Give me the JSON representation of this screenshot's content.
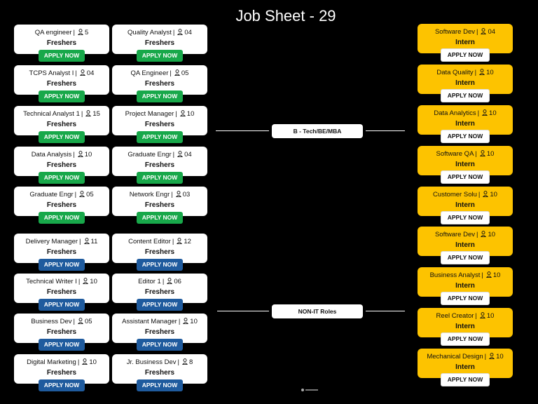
{
  "title": "Job Sheet - 29",
  "labels": {
    "btech": "B - Tech/BE/MBA",
    "nonit": "NON-IT Roles"
  },
  "colors": {
    "background": "#000000",
    "apply_green": "#18a84a",
    "apply_blue": "#1f5b9e",
    "intern_yellow": "#fdc300"
  },
  "left_it": [
    {
      "role": "QA engineer",
      "count": "5",
      "level": "Freshers",
      "button": "APPLY NOW"
    },
    {
      "role": "Quality Analyst",
      "count": "04",
      "level": "Freshers",
      "button": "APPLY NOW"
    },
    {
      "role": "TCPS Analyst I",
      "count": "04",
      "level": "Freshers",
      "button": "APPLY NOW"
    },
    {
      "role": "QA Engineer",
      "count": "05",
      "level": "Freshers",
      "button": "APPLY NOW"
    },
    {
      "role": "Technical Analyst 1",
      "count": "15",
      "level": "Freshers",
      "button": "APPLY NOW"
    },
    {
      "role": "Project Manager",
      "count": "10",
      "level": "Freshers",
      "button": "APPLY NOW"
    },
    {
      "role": "Data Analysis",
      "count": "10",
      "level": "Freshers",
      "button": "APPLY NOW"
    },
    {
      "role": "Graduate Engr",
      "count": "04",
      "level": "Freshers",
      "button": "APPLY NOW"
    },
    {
      "role": "Graduate Engr",
      "count": "05",
      "level": "Freshers",
      "button": "APPLY NOW"
    },
    {
      "role": "Network Engr",
      "count": "03",
      "level": "Freshers",
      "button": "APPLY NOW"
    }
  ],
  "left_nonit": [
    {
      "role": "Delivery Manager",
      "count": "11",
      "level": "Freshers",
      "button": "APPLY NOW"
    },
    {
      "role": "Content Editor",
      "count": "12",
      "level": "Freshers",
      "button": "APPLY NOW"
    },
    {
      "role": "Technical Writer I",
      "count": "10",
      "level": "Freshers",
      "button": "APPLY NOW"
    },
    {
      "role": "Editor 1",
      "count": "06",
      "level": "Freshers",
      "button": "APPLY NOW"
    },
    {
      "role": "Business Dev",
      "count": "05",
      "level": "Freshers",
      "button": "APPLY NOW"
    },
    {
      "role": "Assistant Manager",
      "count": "10",
      "level": "Freshers",
      "button": "APPLY NOW"
    },
    {
      "role": "Digital Marketing",
      "count": "10",
      "level": "Freshers",
      "button": "APPLY NOW"
    },
    {
      "role": "Jr. Business Dev",
      "count": "8",
      "level": "Freshers",
      "button": "APPLY NOW"
    }
  ],
  "interns": [
    {
      "role": "Software Dev",
      "count": "04",
      "level": "Intern",
      "button": "APPLY NOW"
    },
    {
      "role": "Data Quality",
      "count": "10",
      "level": "Intern",
      "button": "APPLY NOW"
    },
    {
      "role": "Data Analytics",
      "count": "10",
      "level": "Intern",
      "button": "APPLY NOW"
    },
    {
      "role": "Software QA",
      "count": "10",
      "level": "Intern",
      "button": "APPLY NOW"
    },
    {
      "role": "Customer Solu",
      "count": "10",
      "level": "Intern",
      "button": "APPLY NOW"
    },
    {
      "role": "Software Dev",
      "count": "10",
      "level": "Intern",
      "button": "APPLY NOW"
    },
    {
      "role": "Business Analyst",
      "count": "10",
      "level": "Intern",
      "button": "APPLY NOW"
    },
    {
      "role": "Reel Creator",
      "count": "10",
      "level": "Intern",
      "button": "APPLY NOW"
    },
    {
      "role": "Mechanical Design",
      "count": "10",
      "level": "Intern",
      "button": "APPLY NOW"
    }
  ]
}
